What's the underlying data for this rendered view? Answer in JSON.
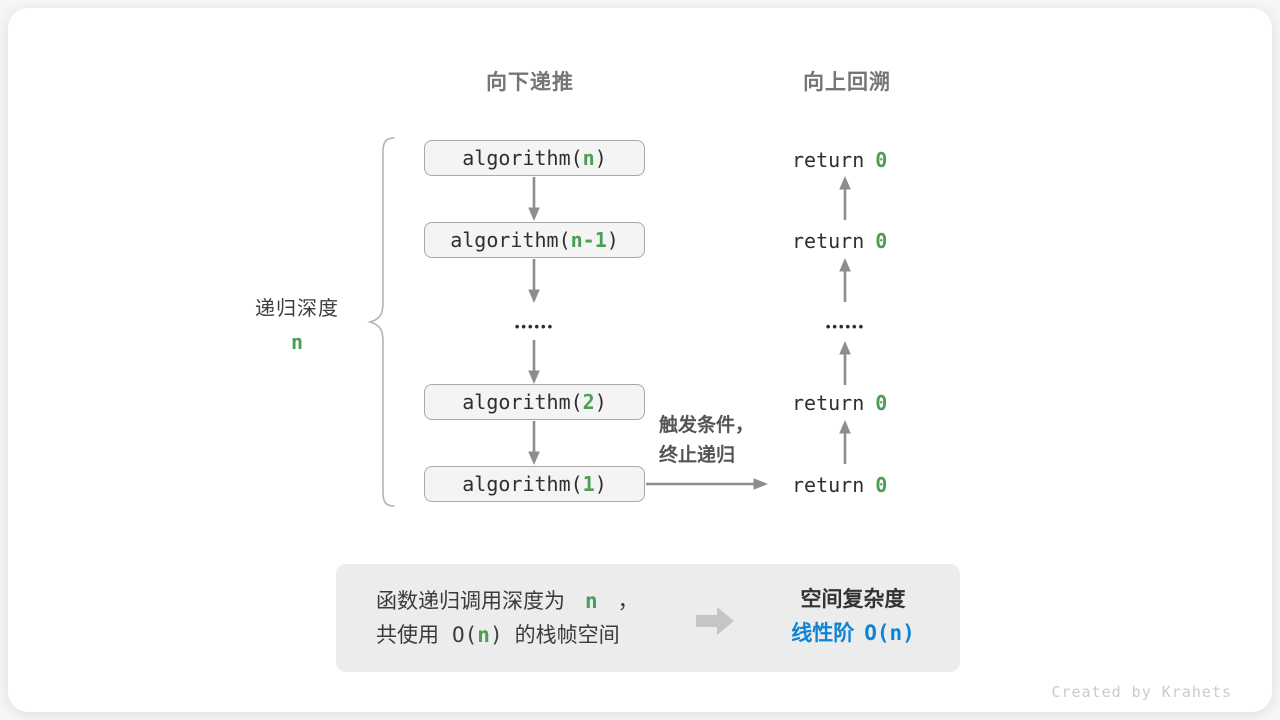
{
  "headers": {
    "descend": "向下递推",
    "backtrack": "向上回溯"
  },
  "depth_brace": {
    "label": "递归深度",
    "value": "n"
  },
  "stack": {
    "rows": [
      {
        "pre": "algorithm(",
        "arg": "n",
        "post": ")"
      },
      {
        "pre": "algorithm(",
        "arg": "n-1",
        "post": ")"
      },
      {
        "dots": "••••••"
      },
      {
        "pre": "algorithm(",
        "arg": "2",
        "post": ")"
      },
      {
        "pre": "algorithm(",
        "arg": "1",
        "post": ")"
      }
    ]
  },
  "returns": {
    "rows": [
      {
        "pre": "return",
        "val": "0"
      },
      {
        "pre": "return",
        "val": "0"
      },
      {
        "dots": "••••••"
      },
      {
        "pre": "return",
        "val": "0"
      },
      {
        "pre": "return",
        "val": "0"
      }
    ]
  },
  "trigger": {
    "line1": "触发条件，",
    "line2": "终止递归"
  },
  "summary": {
    "left_line1": {
      "a": "函数递归调用深度为",
      "b": "n",
      "c": "，"
    },
    "left_line2": {
      "a": "共使用",
      "b": "O(",
      "c": "n",
      "d": ")",
      "e": "的栈帧空间"
    },
    "right": {
      "title": "空间复杂度",
      "label": "线性阶",
      "value": "O(n)"
    }
  },
  "credit": "Created by Krahets",
  "colors": {
    "green": "#4c9e54",
    "blue": "#0d84d6",
    "panel_bg": "#ececec",
    "arrow": "#8d8d8d",
    "brace": "#b2b2b2",
    "block_arrow": "#c5c5c5"
  }
}
